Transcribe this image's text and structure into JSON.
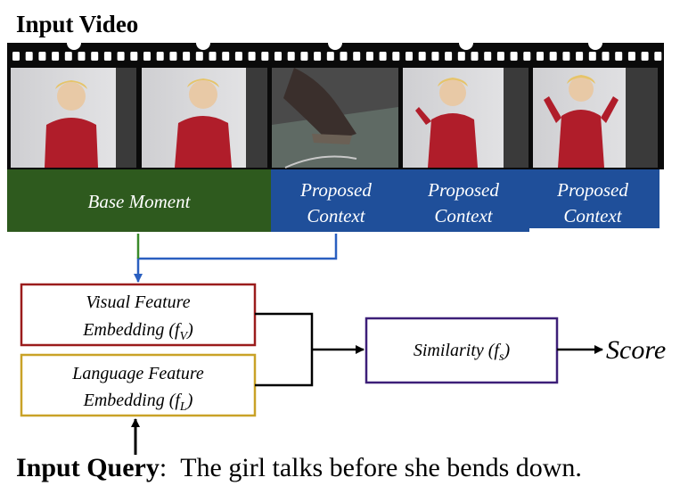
{
  "title": "Input Video",
  "segments": {
    "base": "Base Moment",
    "context": [
      {
        "line1": "Proposed",
        "line2": "Context"
      },
      {
        "line1": "Proposed",
        "line2": "Context"
      },
      {
        "line1": "Proposed",
        "line2": "Context"
      }
    ]
  },
  "visual_box": {
    "line1": "Visual Feature",
    "line2": "Embedding (f",
    "sub": "V",
    "close": ")"
  },
  "language_box": {
    "line1": "Language Feature",
    "line2": "Embedding (f",
    "sub": "L",
    "close": ")"
  },
  "similarity_box": {
    "label": "Similarity (f",
    "sub": "s",
    "close": ")"
  },
  "score": "Score",
  "query": {
    "label": "Input Query",
    "sep": ":",
    "text": "The girl talks before she bends down."
  },
  "colors": {
    "base_segment": "#2e5a1e",
    "context_segment": "#1f4f9a",
    "visual_border": "#9b1c1c",
    "language_border": "#c9a227",
    "similarity_border": "#3d1f78",
    "base_link": "#3a8a2a",
    "context_link": "#2a5fc0"
  }
}
